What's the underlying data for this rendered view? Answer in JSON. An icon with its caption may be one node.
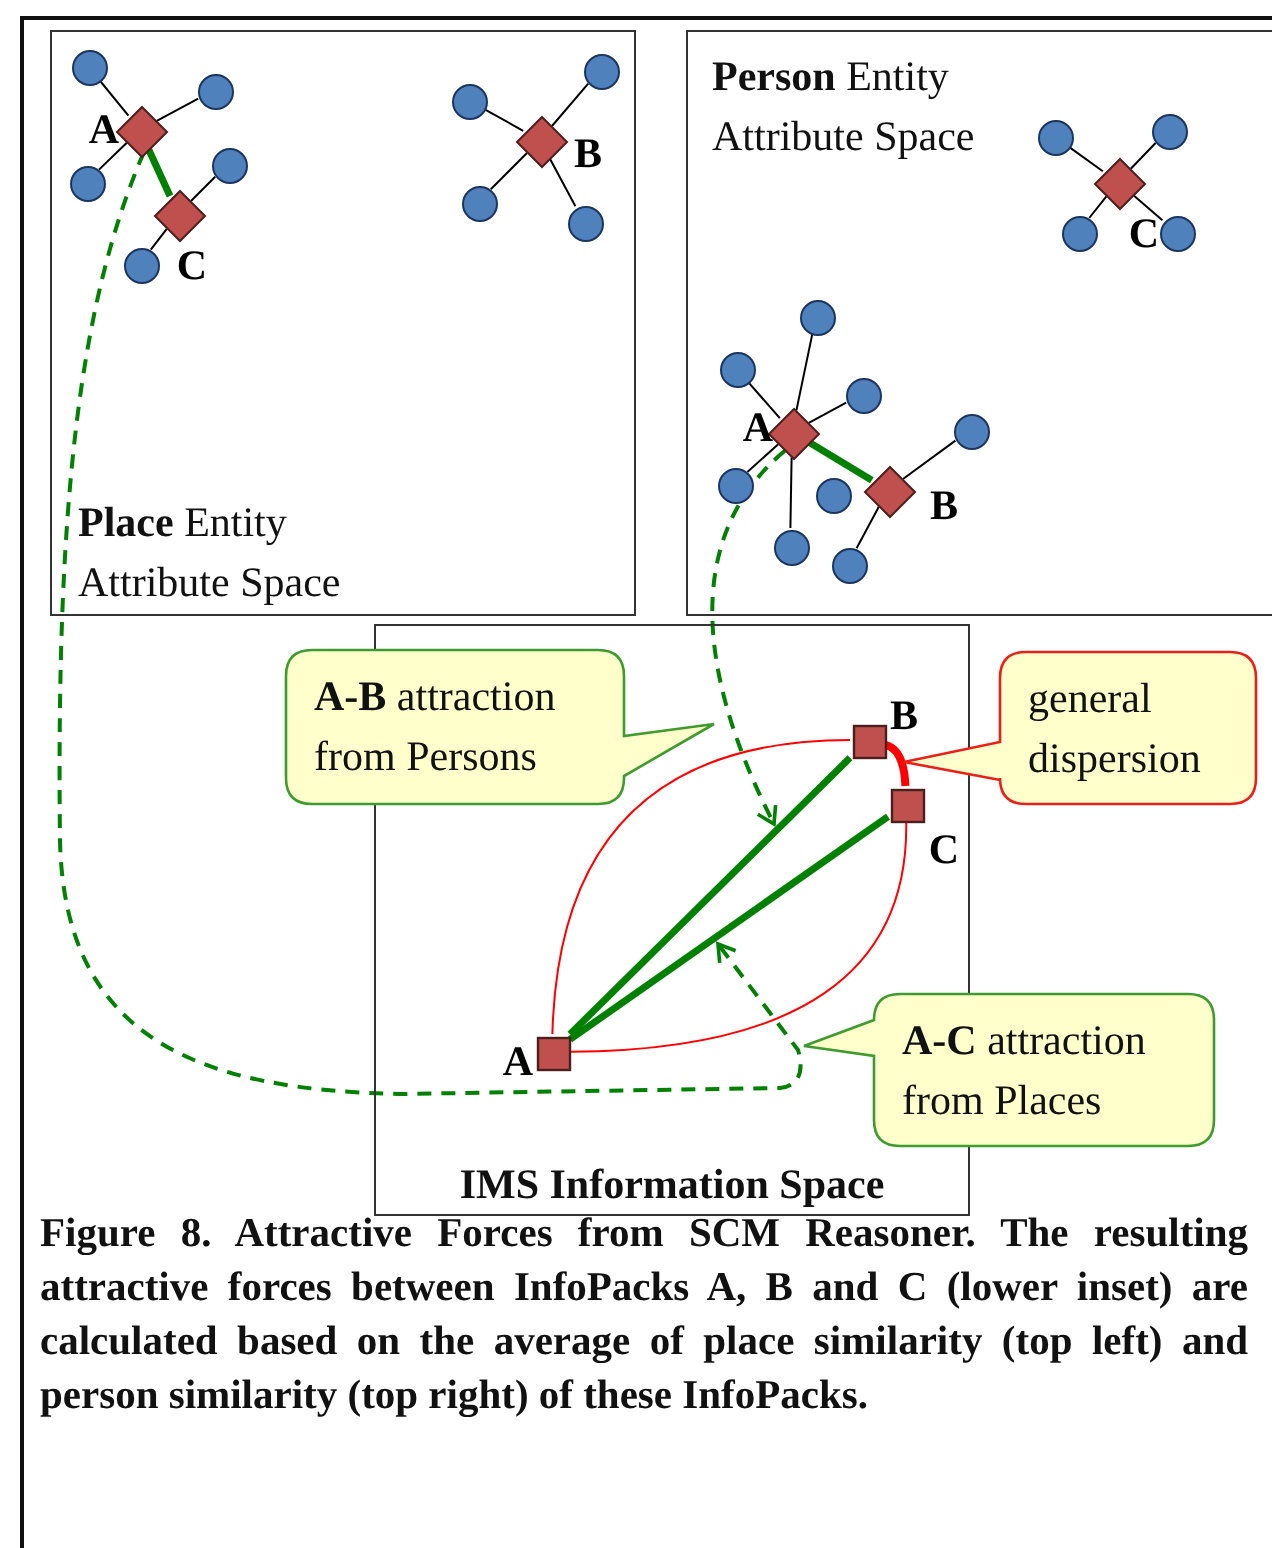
{
  "diagram": {
    "caption": "Figure 8. Attractive Forces from SCM Reasoner. The resulting attractive forces between InfoPacks A, B and C (lower inset) are calculated based on the average of place similarity (top left) and person similarity (top right) of these InfoPacks.",
    "nodes": [
      {
        "text": [
          "**Place** Entity Attribute Space"
        ]
      },
      {
        "text": [
          "A"
        ],
        "in": 0
      },
      {
        "text": [
          "B"
        ],
        "in": 0
      },
      {
        "text": [
          "C"
        ],
        "in": 0
      },
      {
        "text": [],
        "shape": "circle",
        "in": 0
      },
      {
        "text": [],
        "shape": "circle",
        "in": 0
      },
      {
        "text": [],
        "shape": "circle",
        "in": 0
      },
      {
        "text": [],
        "shape": "circle",
        "in": 0
      },
      {
        "text": [],
        "shape": "circle",
        "in": 0
      },
      {
        "text": [],
        "shape": "circle",
        "in": 0
      },
      {
        "text": [],
        "shape": "circle",
        "in": 0
      },
      {
        "text": [],
        "shape": "circle",
        "in": 0
      },
      {
        "text": [],
        "shape": "circle",
        "in": 0
      },
      {
        "text": [
          "**Person** Entity Attribute Space"
        ]
      },
      {
        "text": [
          "C"
        ],
        "in": 13
      },
      {
        "text": [
          "A"
        ],
        "in": 13
      },
      {
        "text": [
          "B"
        ],
        "in": 13
      },
      {
        "text": [],
        "shape": "circle",
        "in": 13
      },
      {
        "text": [],
        "shape": "circle",
        "in": 13
      },
      {
        "text": [],
        "shape": "circle",
        "in": 13
      },
      {
        "text": [],
        "shape": "circle",
        "in": 13
      },
      {
        "text": [],
        "shape": "circle",
        "in": 13
      },
      {
        "text": [],
        "shape": "circle",
        "in": 13
      },
      {
        "text": [],
        "shape": "circle",
        "in": 13
      },
      {
        "text": [],
        "shape": "circle",
        "in": 13
      },
      {
        "text": [],
        "shape": "circle",
        "in": 13
      },
      {
        "text": [],
        "shape": "circle",
        "in": 13
      },
      {
        "text": [],
        "shape": "circle",
        "in": 13
      },
      {
        "text": [],
        "shape": "circle",
        "in": 13
      },
      {
        "text": [
          "IMS Information Space"
        ]
      },
      {
        "text": [
          "B"
        ],
        "in": 29
      },
      {
        "text": [
          "C"
        ],
        "in": 29
      },
      {
        "text": [
          "A"
        ],
        "in": 29
      },
      {
        "text": [
          "**A-B** attraction from Persons"
        ]
      },
      {
        "text": [
          "general dispersion"
        ]
      },
      {
        "text": [
          "**A-C** attraction from Places"
        ]
      }
    ],
    "edges": [
      {
        "from": 1,
        "to": 3,
        "arrow": "none",
        "style": "thick",
        "color": "#008000"
      },
      {
        "from": 1,
        "to": 4,
        "arrow": "none"
      },
      {
        "from": 1,
        "to": 5,
        "arrow": "none"
      },
      {
        "from": 1,
        "to": 6,
        "arrow": "none"
      },
      {
        "from": 2,
        "to": 7,
        "arrow": "none"
      },
      {
        "from": 2,
        "to": 8,
        "arrow": "none"
      },
      {
        "from": 2,
        "to": 9,
        "arrow": "none"
      },
      {
        "from": 2,
        "to": 10,
        "arrow": "none"
      },
      {
        "from": 3,
        "to": 11,
        "arrow": "none"
      },
      {
        "from": 3,
        "to": 12,
        "arrow": "none"
      },
      {
        "from": 15,
        "to": 16,
        "arrow": "none",
        "style": "thick",
        "color": "#008000"
      },
      {
        "from": 14,
        "to": 17,
        "arrow": "none"
      },
      {
        "from": 14,
        "to": 18,
        "arrow": "none"
      },
      {
        "from": 14,
        "to": 19,
        "arrow": "none"
      },
      {
        "from": 14,
        "to": 20,
        "arrow": "none"
      },
      {
        "from": 15,
        "to": 21,
        "arrow": "none"
      },
      {
        "from": 15,
        "to": 22,
        "arrow": "none"
      },
      {
        "from": 15,
        "to": 23,
        "arrow": "none"
      },
      {
        "from": 15,
        "to": 25,
        "arrow": "none"
      },
      {
        "from": 15,
        "to": 26,
        "arrow": "none"
      },
      {
        "from": 16,
        "to": 27,
        "arrow": "none"
      },
      {
        "from": 16,
        "to": 28,
        "arrow": "none"
      },
      {
        "from": 32,
        "to": 30,
        "arrow": "none",
        "style": "thick",
        "color": "#008000"
      },
      {
        "from": 32,
        "to": 31,
        "arrow": "none",
        "style": "thick",
        "color": "#008000"
      },
      {
        "from": 32,
        "to": 30,
        "arrow": "none",
        "color": "#ff0000"
      },
      {
        "from": 32,
        "to": 31,
        "arrow": "none",
        "color": "#ff0000"
      },
      {
        "from": 30,
        "to": 31,
        "arrow": "none",
        "style": "thick",
        "color": "#ff0000"
      },
      {
        "from": 15,
        "to": null,
        "arrow": "to",
        "style": "dashed",
        "color": "#008000"
      },
      {
        "from": 1,
        "to": null,
        "arrow": "to",
        "style": "dashed",
        "color": "#008000"
      }
    ]
  }
}
